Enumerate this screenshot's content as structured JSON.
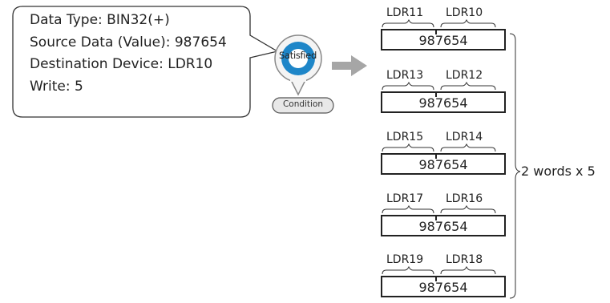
{
  "callout": {
    "lines": [
      "Data Type: BIN32(+)",
      "Source Data (Value): 987654",
      "Destination Device: LDR10",
      "Write: 5"
    ]
  },
  "condition": {
    "status_label": "Satisfied",
    "button_label": "Condition"
  },
  "groups": [
    {
      "high": "LDR11",
      "low": "LDR10",
      "value": "987654"
    },
    {
      "high": "LDR13",
      "low": "LDR12",
      "value": "987654"
    },
    {
      "high": "LDR15",
      "low": "LDR14",
      "value": "987654"
    },
    {
      "high": "LDR17",
      "low": "LDR16",
      "value": "987654"
    },
    {
      "high": "LDR19",
      "low": "LDR18",
      "value": "987654"
    }
  ],
  "total_label": "2 words x 5"
}
